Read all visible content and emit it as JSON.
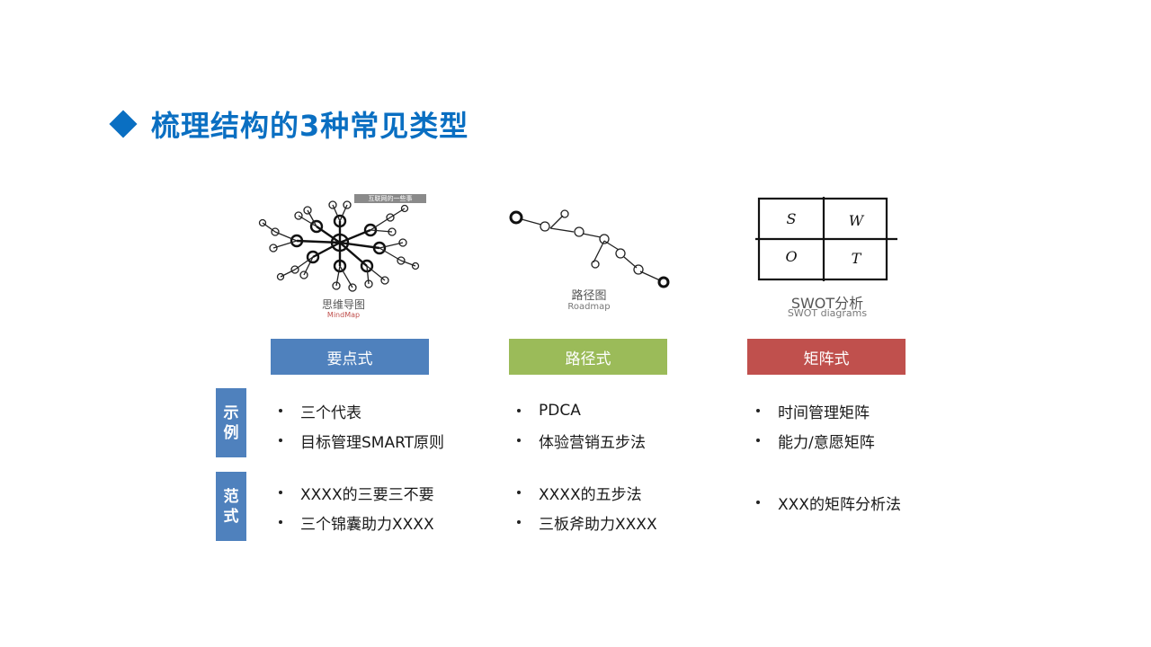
{
  "title": "梳理结构的3种常见类型",
  "illustrations": {
    "mindmap": {
      "banner": "互联网的一些事",
      "caption": "思维导图",
      "caption_en": "MindMap"
    },
    "roadmap": {
      "caption": "路径图",
      "caption_en": "Roadmap"
    },
    "swot": {
      "cells": [
        "S",
        "W",
        "O",
        "T"
      ],
      "caption": "SWOT分析",
      "caption_en": "SWOT diagrams"
    }
  },
  "columns": [
    {
      "label": "要点式",
      "color": "#4f81bd"
    },
    {
      "label": "路径式",
      "color": "#9bbb59"
    },
    {
      "label": "矩阵式",
      "color": "#c0504d"
    }
  ],
  "rows": {
    "examples": {
      "label_chars": [
        "示",
        "例"
      ],
      "cells": [
        [
          "三个代表",
          "目标管理SMART原则"
        ],
        [
          "PDCA",
          "体验营销五步法"
        ],
        [
          "时间管理矩阵",
          "能力/意愿矩阵"
        ]
      ]
    },
    "templates": {
      "label_chars": [
        "范",
        "式"
      ],
      "cells": [
        [
          "XXXX的三要三不要",
          "三个锦囊助力XXXX"
        ],
        [
          "XXXX的五步法",
          "三板斧助力XXXX"
        ],
        [
          "XXX的矩阵分析法"
        ]
      ]
    }
  },
  "colors": {
    "accent": "#0a6fc2",
    "label_bg": "#4f81bd"
  }
}
